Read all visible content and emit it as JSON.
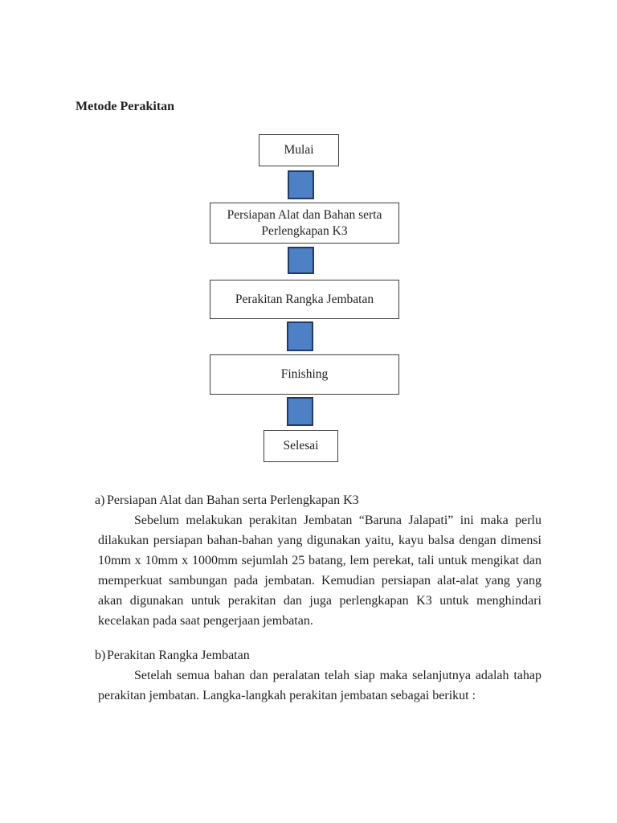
{
  "document": {
    "heading": "Metode Perakitan",
    "text_color": "#1f1f1f",
    "background_color": "#ffffff"
  },
  "flowchart": {
    "direction": "top-to-bottom",
    "connector_shape": "rectangle",
    "connector_fill_color": "#4d80c4",
    "connector_border_color": "#1f3a64",
    "node_border_color": "#3d3d3d",
    "node_fill_color": "#ffffff",
    "nodes": [
      {
        "id": "mulai",
        "label": "Mulai"
      },
      {
        "id": "persiapan",
        "label": "Persiapan Alat dan Bahan serta Perlengkapan K3"
      },
      {
        "id": "perakitan",
        "label": "Perakitan Rangka Jembatan"
      },
      {
        "id": "finishing",
        "label": "Finishing"
      },
      {
        "id": "selesai",
        "label": "Selesai"
      }
    ]
  },
  "sections": [
    {
      "marker": "a)",
      "title": "Persiapan Alat dan Bahan serta Perlengkapan K3",
      "body": "Sebelum melakukan perakitan Jembatan “Baruna Jalapati” ini maka perlu dilakukan persiapan bahan-bahan yang digunakan yaitu, kayu balsa dengan dimensi 10mm x 10mm x 1000mm sejumlah 25 batang, lem perekat, tali untuk mengikat dan memperkuat sambungan pada jembatan. Kemudian persiapan alat-alat yang yang akan digunakan untuk perakitan dan juga perlengkapan K3 untuk menghindari kecelakan pada saat pengerjaan jembatan."
    },
    {
      "marker": "b)",
      "title": "Perakitan Rangka Jembatan",
      "body": "Setelah semua bahan dan peralatan telah siap maka selanjutnya adalah tahap perakitan jembatan. Langka-langkah perakitan jembatan sebagai berikut :"
    }
  ]
}
